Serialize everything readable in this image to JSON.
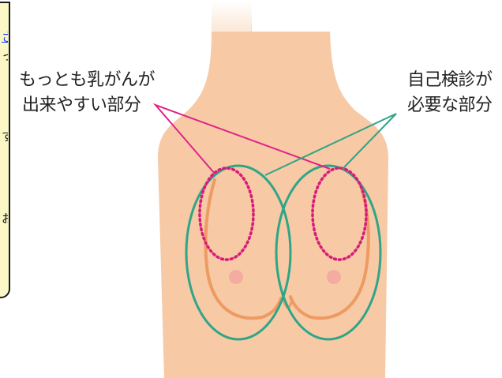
{
  "note": {
    "link_char": "さ",
    "chars": [
      "っ",
      "す",
      "お"
    ]
  },
  "labels": {
    "left": {
      "line1": "もっとも乳がんが",
      "line2": "出来やすい部分"
    },
    "right": {
      "line1": "自己検診が",
      "line2": "必要な部分"
    }
  },
  "colors": {
    "skin": "#f7c9a4",
    "skin_shade": "#efaf84",
    "green_ring": "#2fa588",
    "pink_dotted": "#d81b7b",
    "pink_line": "#e0238a",
    "nipple": "#f3a7a1",
    "note_bg": "#fbf8c6"
  }
}
